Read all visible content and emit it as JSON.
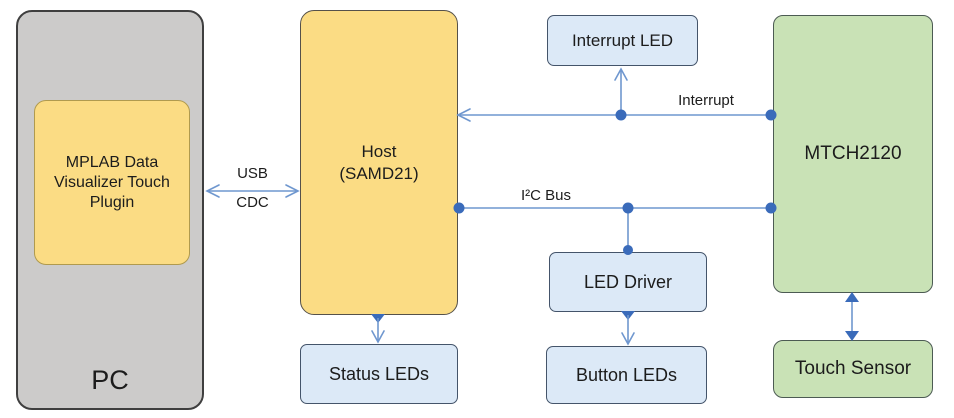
{
  "diagram": {
    "boxes": {
      "pc": {
        "label": "PC"
      },
      "mplab_plugin": {
        "label": "MPLAB Data Visualizer Touch Plugin"
      },
      "host": {
        "lines": [
          "Host",
          "(SAMD21)"
        ]
      },
      "status_leds": {
        "label": "Status LEDs"
      },
      "interrupt_led": {
        "label": "Interrupt LED"
      },
      "led_driver": {
        "label": "LED Driver"
      },
      "button_leds": {
        "label": "Button LEDs"
      },
      "mtch2120": {
        "label": "MTCH2120"
      },
      "touch_sensor": {
        "label": "Touch Sensor"
      }
    },
    "connection_labels": {
      "usb_line1": "USB",
      "usb_line2": "CDC",
      "interrupt": "Interrupt",
      "i2c_bus": "I²C Bus"
    },
    "colors": {
      "pc_fill": "#cccbca",
      "yellow_fill": "#fbdc84",
      "blue_fill": "#dce9f7",
      "green_fill": "#c9e2b6",
      "wire_blue": "#6f97cf",
      "node_blue": "#3a6bba",
      "border_dark": "#3f3f3f"
    }
  }
}
